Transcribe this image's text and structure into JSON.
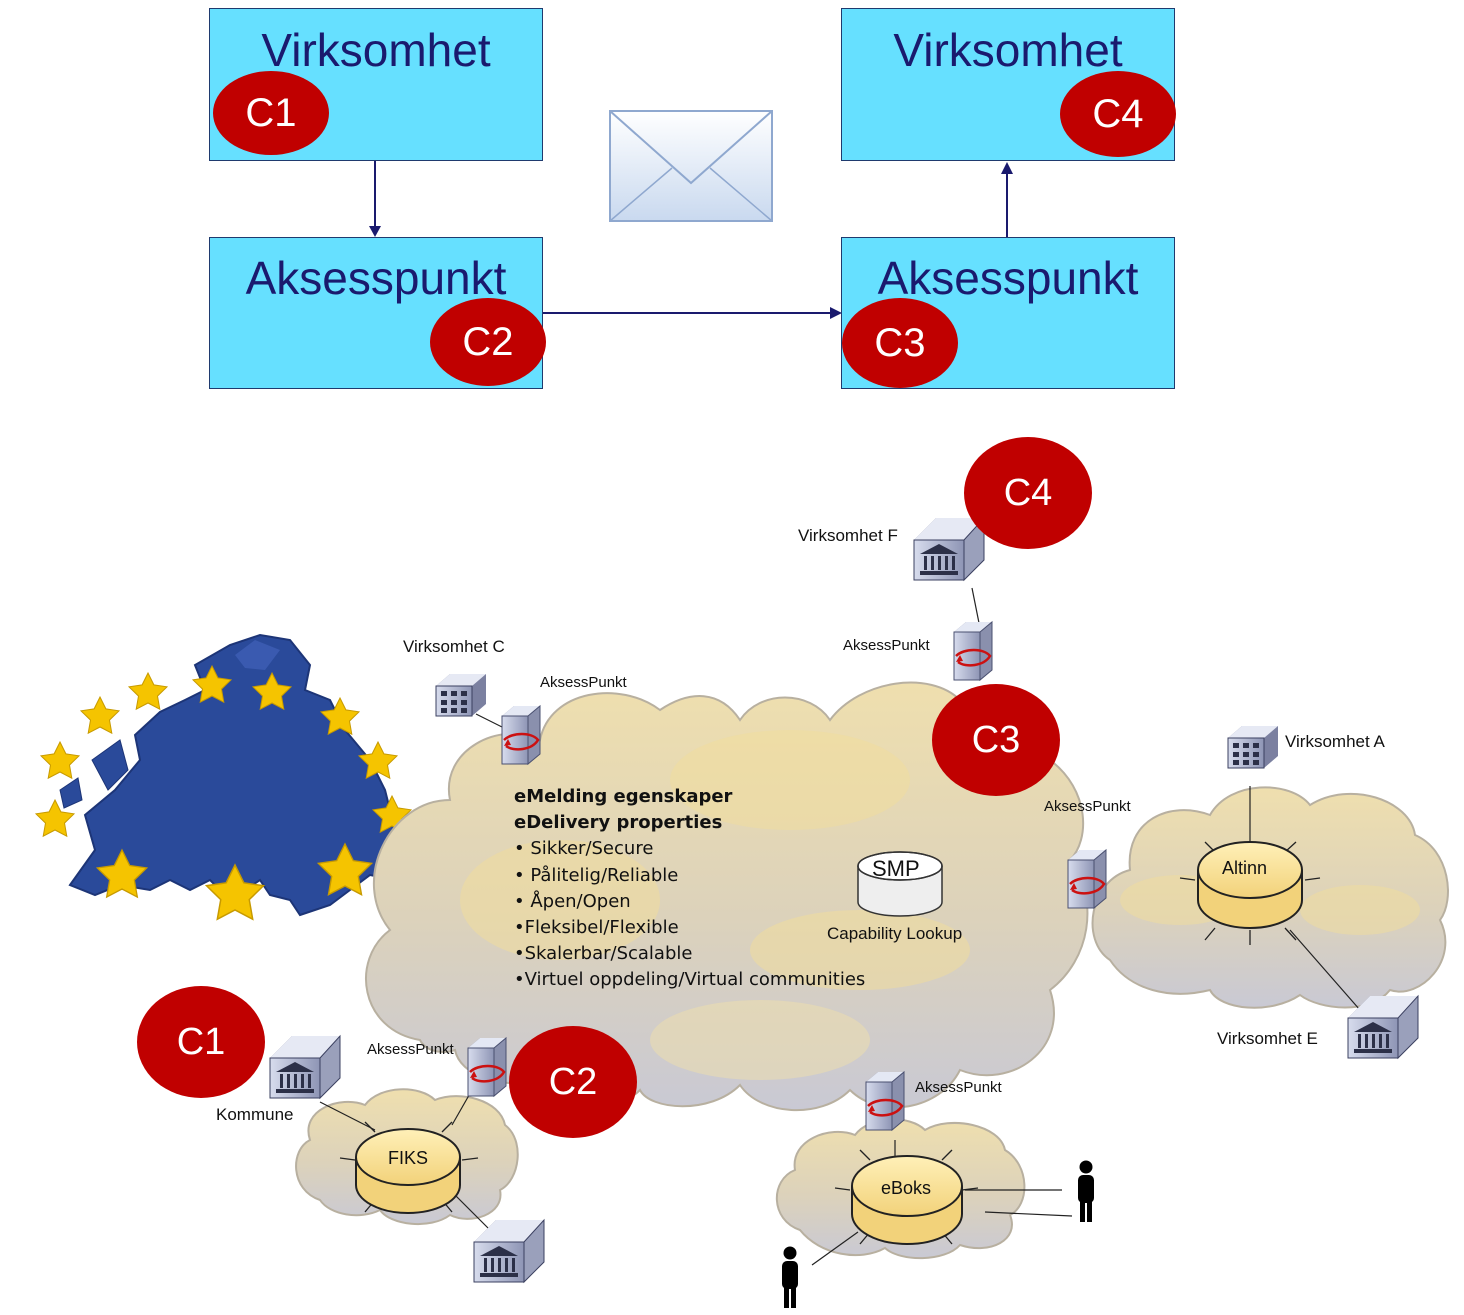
{
  "top_flow": {
    "sender_box": {
      "title": "Virksomhet",
      "corner": "C1"
    },
    "sender_ap_box": {
      "title": "Aksesspunkt",
      "corner": "C2"
    },
    "receiver_ap_box": {
      "title": "Aksesspunkt",
      "corner": "C3"
    },
    "receiver_box": {
      "title": "Virksomhet",
      "corner": "C4"
    }
  },
  "network": {
    "corners": {
      "c1": "C1",
      "c2": "C2",
      "c3": "C3",
      "c4": "C4"
    },
    "labels": {
      "virksomhet_f": "Virksomhet F",
      "virksomhet_c": "Virksomhet C",
      "virksomhet_a": "Virksomhet A",
      "virksomhet_e": "Virksomhet E",
      "kommune": "Kommune",
      "ap_f": "AksessPunkt",
      "ap_c": "AksessPunkt",
      "ap_altinn": "AksessPunkt",
      "ap_fiks": "AksessPunkt",
      "ap_eboks": "AksessPunkt"
    },
    "hubs": {
      "altinn": "Altinn",
      "fiks": "FIKS",
      "eboks": "eBoks"
    },
    "smp": {
      "label": "SMP",
      "caption": "Capability Lookup"
    },
    "properties": {
      "heading_no": "eMelding egenskaper",
      "heading_en": "eDelivery properties",
      "items": [
        "• Sikker/Secure",
        "• Pålitelig/Reliable",
        "• Åpen/Open",
        "•Fleksibel/Flexible",
        "•Skalerbar/Scalable",
        "•Virtuel oppdeling/Virtual communities"
      ]
    }
  },
  "colors": {
    "box_fill": "#66e0ff",
    "box_title": "#1a1a6e",
    "badge_red": "#c00000",
    "arrow": "#1a1a6e",
    "eu_blue": "#2a4a9a",
    "eu_star": "#f5c400",
    "cloud_fill": "#e8d8a8"
  },
  "icons": [
    "envelope-icon",
    "eu-map-icon",
    "server-icon",
    "building-icon",
    "bank-icon",
    "person-icon",
    "database-icon"
  ]
}
